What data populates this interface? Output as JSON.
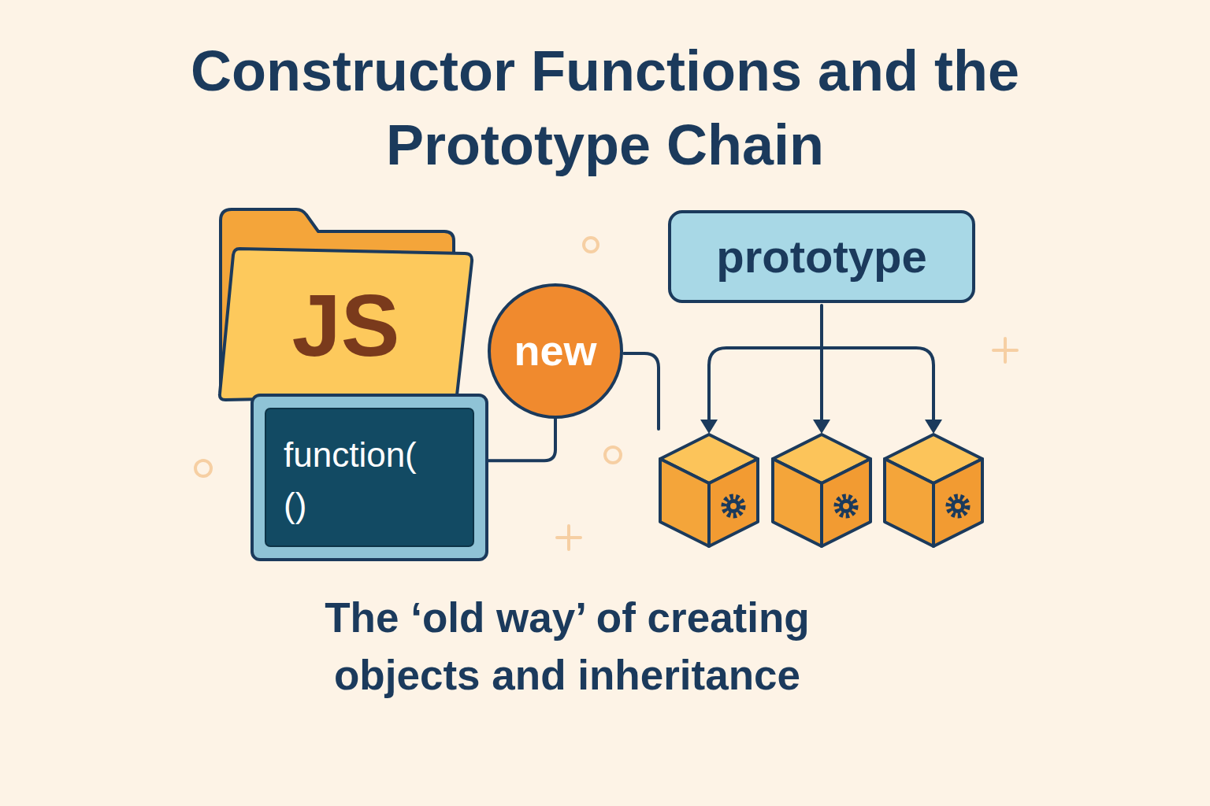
{
  "diagram": {
    "title": "Constructor Functions and the Prototype Chain",
    "caption": "The ‘old way’ of creating objects and inheritance",
    "nodes": [
      {
        "text": [
          "JS"
        ]
      },
      {
        "text": [
          "function( ()"
        ]
      },
      {
        "text": [
          "new"
        ]
      },
      {
        "text": [
          "prototype"
        ]
      }
    ],
    "edges": [
      {
        "from": 1,
        "to": 2,
        "arrow": "none"
      }
    ]
  }
}
